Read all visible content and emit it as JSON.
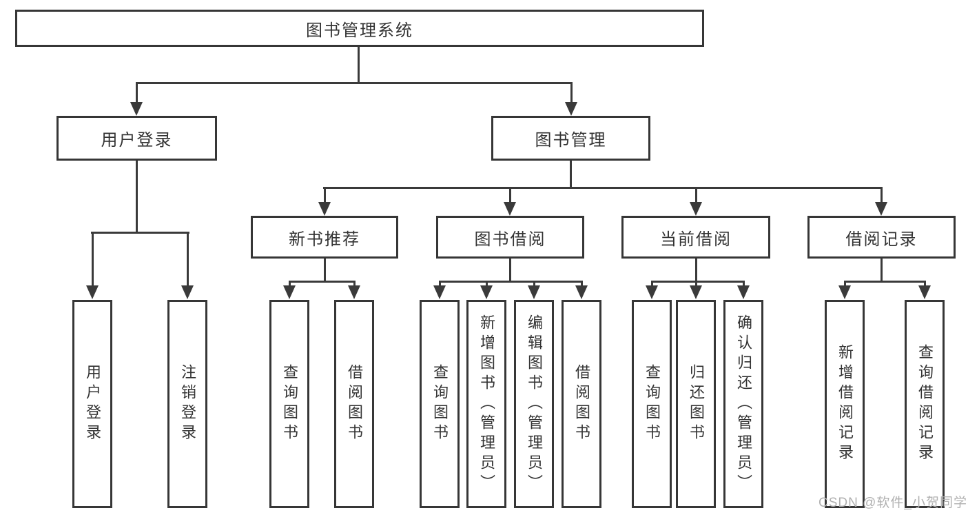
{
  "root": {
    "label": "图书管理系统"
  },
  "level2": [
    {
      "label": "用户登录"
    },
    {
      "label": "图书管理"
    }
  ],
  "level3": [
    {
      "label": "新书推荐",
      "parent": "图书管理"
    },
    {
      "label": "图书借阅",
      "parent": "图书管理"
    },
    {
      "label": "当前借阅",
      "parent": "图书管理"
    },
    {
      "label": "借阅记录",
      "parent": "图书管理"
    }
  ],
  "leaves": [
    {
      "label": "用户登录",
      "parent": "用户登录"
    },
    {
      "label": "注销登录",
      "parent": "用户登录"
    },
    {
      "label": "查询图书",
      "parent": "新书推荐"
    },
    {
      "label": "借阅图书",
      "parent": "新书推荐"
    },
    {
      "label": "查询图书",
      "parent": "图书借阅"
    },
    {
      "label": "新增图书（管理员）",
      "parent": "图书借阅"
    },
    {
      "label": "编辑图书（管理员）",
      "parent": "图书借阅"
    },
    {
      "label": "借阅图书",
      "parent": "图书借阅"
    },
    {
      "label": "查询图书",
      "parent": "当前借阅"
    },
    {
      "label": "归还图书",
      "parent": "当前借阅"
    },
    {
      "label": "确认归还（管理员）",
      "parent": "当前借阅"
    },
    {
      "label": "新增借阅记录",
      "parent": "借阅记录"
    },
    {
      "label": "查询借阅记录",
      "parent": "借阅记录"
    }
  ],
  "watermark": {
    "text": "CSDN @软件_小贺同学"
  },
  "colors": {
    "line": "#3a3a3a",
    "box_border": "#363636",
    "text": "#333333",
    "watermark": "#b0b0b0",
    "background": "#ffffff"
  }
}
